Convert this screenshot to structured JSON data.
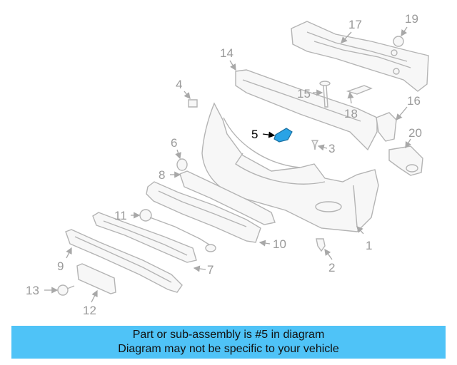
{
  "diagram": {
    "highlight_color": "#29a3e6",
    "callouts": [
      "1",
      "2",
      "3",
      "4",
      "5",
      "6",
      "7",
      "8",
      "9",
      "10",
      "11",
      "12",
      "13",
      "14",
      "15",
      "16",
      "17",
      "18",
      "19",
      "20"
    ],
    "highlighted_part": "5"
  },
  "banner": {
    "line1": "Part or sub-assembly is #5 in diagram",
    "line2": "Diagram may not be specific to your vehicle",
    "color": "#4fc3f7"
  }
}
